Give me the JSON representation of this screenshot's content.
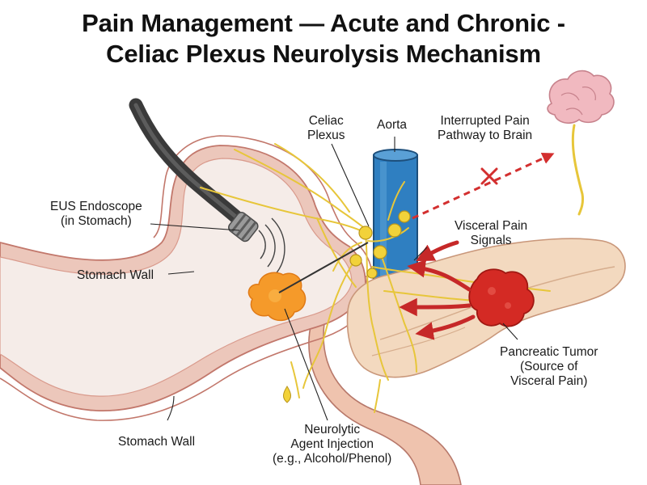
{
  "title": {
    "line1": "Pain Management — Acute and Chronic -",
    "line2": "Celiac Plexus Neurolysis Mechanism"
  },
  "labels": {
    "eus_endoscope": [
      "EUS Endoscope",
      "(in Stomach)"
    ],
    "stomach_wall_upper": "Stomach Wall",
    "stomach_wall_lower": "Stomach Wall",
    "celiac_plexus": [
      "Celiac",
      "Plexus"
    ],
    "aorta": "Aorta",
    "interrupted_pathway": [
      "Interrupted Pain",
      "Pathway to Brain"
    ],
    "visceral_pain_signals": [
      "Visceral Pain",
      "Signals"
    ],
    "pancreatic_tumor": [
      "Pancreatic Tumor",
      "(Source of",
      "Visceral Pain)"
    ],
    "neurolytic_injection": [
      "Neurolytic",
      "Agent Injection",
      "(e.g., Alcohol/Phenol)"
    ]
  },
  "colors": {
    "stomach_fill": "#f2e9e4",
    "stomach_outline": "#c97b6e",
    "aorta": "#2f7fc1",
    "nerve": "#e7c63a",
    "pancreas": "#f3d9bf",
    "tumor": "#d42a24",
    "injection_spot": "#f59a2a",
    "pain_arrow": "#c62828",
    "blocked_pathway": "#d32f2f",
    "brain": "#f1b9c0"
  },
  "icons": {
    "blocked_marker": "x-mark-icon",
    "brain": "brain-icon"
  }
}
